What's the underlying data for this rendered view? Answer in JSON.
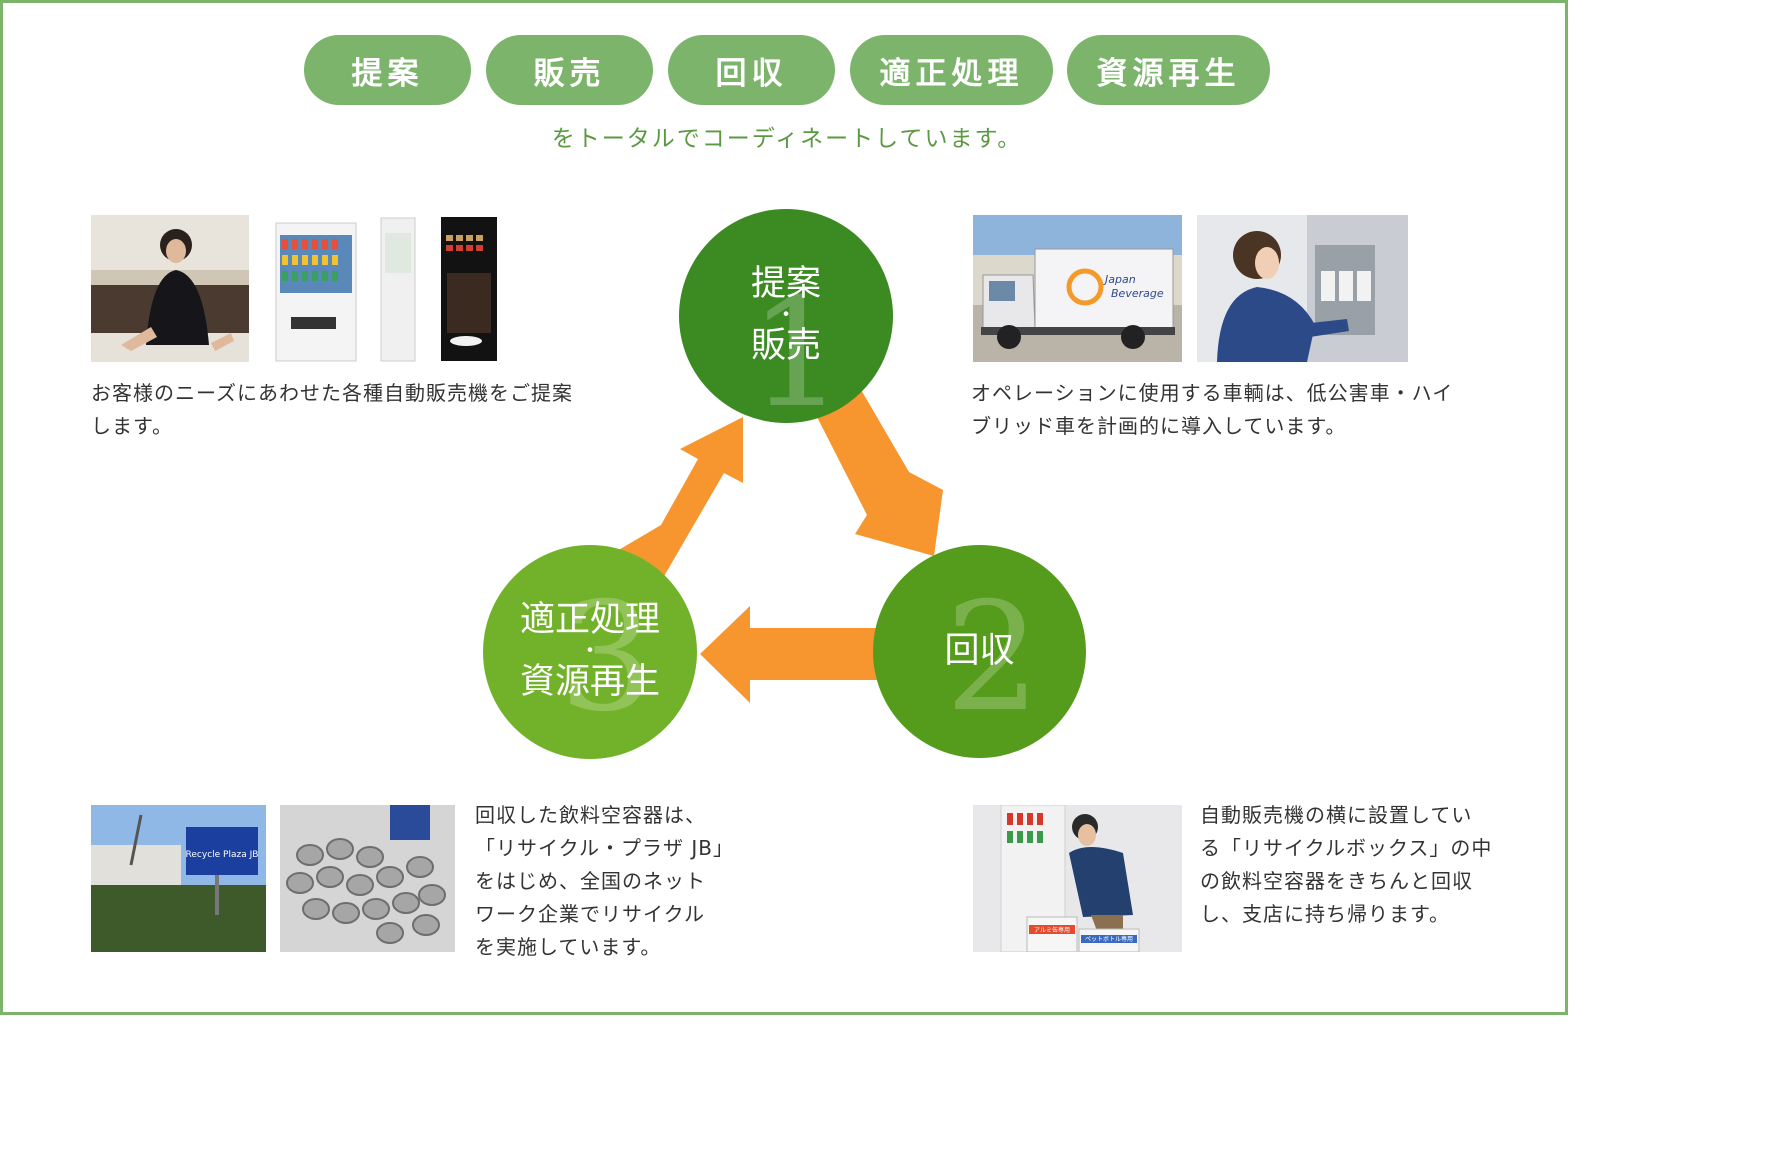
{
  "tabs": [
    {
      "label": "提案"
    },
    {
      "label": "販売"
    },
    {
      "label": "回収"
    },
    {
      "label": "適正処理"
    },
    {
      "label": "資源再生"
    }
  ],
  "subtitle": "をトータルでコーディネートしています。",
  "cycle": {
    "step1": {
      "number": "1",
      "line1": "提案",
      "dot": "・",
      "line2": "販売"
    },
    "step2": {
      "number": "2",
      "line1": "回収"
    },
    "step3": {
      "number": "3",
      "line1": "適正処理",
      "dot": "・",
      "line2": "資源再生"
    }
  },
  "descriptions": {
    "top_left": {
      "lines": [
        "お客様のニーズにあわせた各種自動販売機をご提案",
        "します。"
      ]
    },
    "top_right": {
      "lines": [
        "オペレーションに使用する車輌は、低公害車・ハイ",
        "ブリッド車を計画的に導入しています。"
      ]
    },
    "bottom_left": {
      "lines": [
        "回収した飲料空容器は、",
        "「リサイクル・プラザ JB」",
        "をはじめ、全国のネット",
        "ワーク企業でリサイクル",
        "を実施しています。"
      ]
    },
    "bottom_right": {
      "lines": [
        "自動販売機の横に設置してい",
        "る「リサイクルボックス」の中",
        "の飲料空容器をきちんと回収",
        "し、支店に持ち帰ります。"
      ]
    }
  },
  "photo_text": {
    "truck_logo_line1": "Japan",
    "truck_logo_line2": "Beverage",
    "plaza_sign": "Recycle Plaza JB",
    "box_label_1": "アルミ缶専用",
    "box_label_2": "ペットボトル専用"
  },
  "colors": {
    "pill": "#7bb46a",
    "subtitle": "#5b9a43",
    "circle1": "#3b8a22",
    "circle2": "#559c1c",
    "circle3": "#72b22a",
    "arrow": "#f7962f",
    "border": "#7bb46a"
  }
}
